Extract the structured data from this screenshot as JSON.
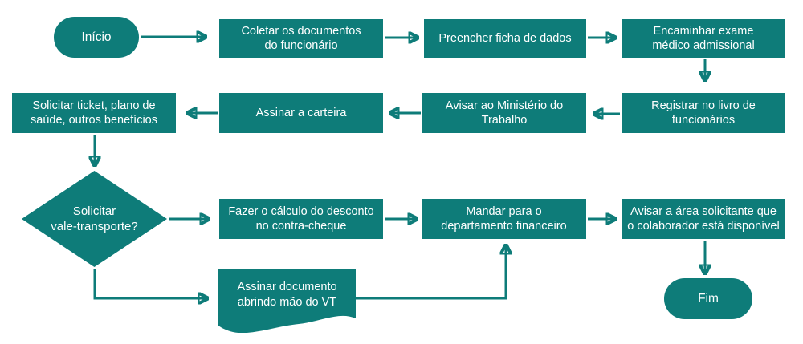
{
  "colors": {
    "shape_fill": "#0E7C79",
    "arrow": "#0E7C79",
    "text": "#FFFFFF",
    "background": "#FFFFFF"
  },
  "nodes": {
    "inicio": {
      "label": "Início",
      "type": "terminator-start"
    },
    "coletar_documentos": {
      "label": "Coletar os documentos\ndo funcionário",
      "type": "process"
    },
    "preencher_ficha": {
      "label": "Preencher ficha de dados",
      "type": "process"
    },
    "encaminhar_exame": {
      "label": "Encaminhar exame\nmédico admissional",
      "type": "process"
    },
    "registrar_livro": {
      "label": "Registrar no livro de\nfuncionários",
      "type": "process"
    },
    "avisar_ministerio": {
      "label": "Avisar ao Ministério do\nTrabalho",
      "type": "process"
    },
    "assinar_carteira": {
      "label": "Assinar a carteira",
      "type": "process"
    },
    "solicitar_beneficios": {
      "label": "Solicitar ticket, plano de\nsaúde, outros benefícios",
      "type": "process"
    },
    "decisao_vt": {
      "label": "Solicitar\nvale-transporte?",
      "type": "decision"
    },
    "fazer_calculo": {
      "label": "Fazer o cálculo do desconto\nno contra-cheque",
      "type": "process"
    },
    "mandar_financeiro": {
      "label": "Mandar para o\ndepartamento financeiro",
      "type": "process"
    },
    "avisar_area": {
      "label": "Avisar a área solicitante que\no colaborador está disponível",
      "type": "process"
    },
    "assinar_documento": {
      "label": "Assinar documento\nabrindo mão do VT",
      "type": "document"
    },
    "fim": {
      "label": "Fim",
      "type": "terminator-end"
    }
  },
  "edges": [
    {
      "from": "inicio",
      "to": "coletar_documentos"
    },
    {
      "from": "coletar_documentos",
      "to": "preencher_ficha"
    },
    {
      "from": "preencher_ficha",
      "to": "encaminhar_exame"
    },
    {
      "from": "encaminhar_exame",
      "to": "registrar_livro"
    },
    {
      "from": "registrar_livro",
      "to": "avisar_ministerio"
    },
    {
      "from": "avisar_ministerio",
      "to": "assinar_carteira"
    },
    {
      "from": "assinar_carteira",
      "to": "solicitar_beneficios"
    },
    {
      "from": "solicitar_beneficios",
      "to": "decisao_vt"
    },
    {
      "from": "decisao_vt",
      "to": "fazer_calculo"
    },
    {
      "from": "fazer_calculo",
      "to": "mandar_financeiro"
    },
    {
      "from": "mandar_financeiro",
      "to": "avisar_area"
    },
    {
      "from": "avisar_area",
      "to": "fim"
    },
    {
      "from": "decisao_vt",
      "to": "assinar_documento"
    },
    {
      "from": "assinar_documento",
      "to": "mandar_financeiro"
    }
  ]
}
